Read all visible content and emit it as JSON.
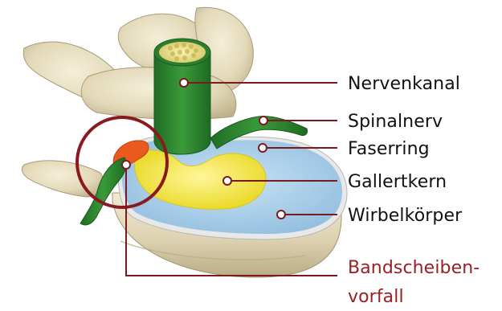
{
  "diagram": {
    "labels": {
      "nervenkanal": "Nervenkanal",
      "spinalnerv": "Spinalnerv",
      "faserring": "Faserring",
      "gallertkern": "Gallertkern",
      "wirbelkoerper": "Wirbelkörper",
      "bandscheibenvorfall_line1": "Bandscheiben-",
      "bandscheibenvorfall_line2": "vorfall"
    },
    "colors": {
      "leader_line": "#7a1a1f",
      "highlight_circle": "#8a1a1f",
      "hernia_text": "#9b1f24",
      "nerve_green": "#2c8a2f",
      "annulus_blue": "#a9cfe9",
      "nucleus_yellow": "#f2e335",
      "bone": "#e6ddc0"
    },
    "icons": {
      "marker": "red-dot-marker-icon"
    }
  }
}
